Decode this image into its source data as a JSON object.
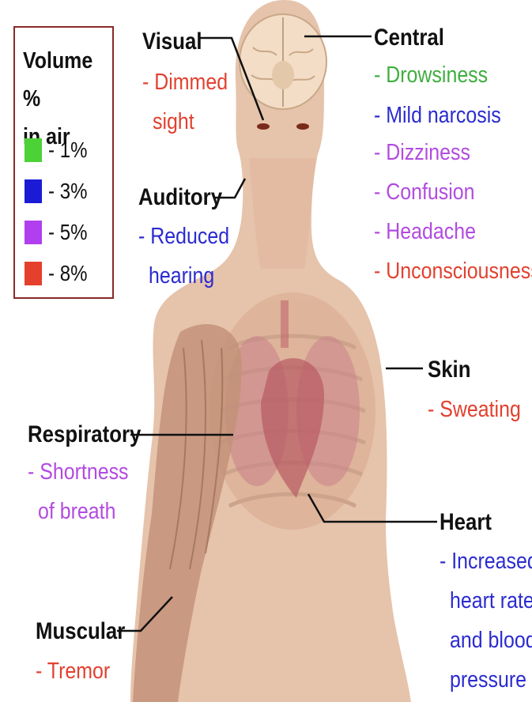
{
  "legend": {
    "title": "Volume %\nin air",
    "items": [
      {
        "label": "- 1%",
        "color": "#4cd137"
      },
      {
        "label": "- 3%",
        "color": "#1b1bd6"
      },
      {
        "label": "- 5%",
        "color": "#b13ff0"
      },
      {
        "label": "- 8%",
        "color": "#e5402c"
      }
    ]
  },
  "colors": {
    "1%": "#3fae3f",
    "3%": "#2b2bd0",
    "5%": "#b24be0",
    "8%": "#e2412f",
    "skin": "#e8c4ac"
  },
  "systems": {
    "visual": {
      "title": "Visual",
      "symptoms": [
        "- Dimmed",
        "sight"
      ],
      "level": "8%"
    },
    "central": {
      "title": "Central",
      "symptoms": [
        {
          "text": "- Drowsiness",
          "level": "1%"
        },
        {
          "text": "- Mild narcosis",
          "level": "3%"
        },
        {
          "text": "- Dizziness",
          "level": "5%"
        },
        {
          "text": "- Confusion",
          "level": "5%"
        },
        {
          "text": "- Headache",
          "level": "5%"
        },
        {
          "text": "- Unconsciousness",
          "level": "8%"
        }
      ]
    },
    "auditory": {
      "title": "Auditory",
      "symptoms": [
        "- Reduced",
        "hearing"
      ],
      "level": "3%"
    },
    "skin": {
      "title": "Skin",
      "symptoms": [
        "- Sweating"
      ],
      "level": "8%"
    },
    "respiratory": {
      "title": "Respiratory",
      "symptoms": [
        "- Shortness",
        "of breath"
      ],
      "level": "5%"
    },
    "heart": {
      "title": "Heart",
      "symptoms": [
        "- Increased",
        "heart rate",
        "and blood",
        "pressure"
      ],
      "level": "3%"
    },
    "muscular": {
      "title": "Muscular",
      "symptoms": [
        "- Tremor"
      ],
      "level": "8%"
    }
  }
}
